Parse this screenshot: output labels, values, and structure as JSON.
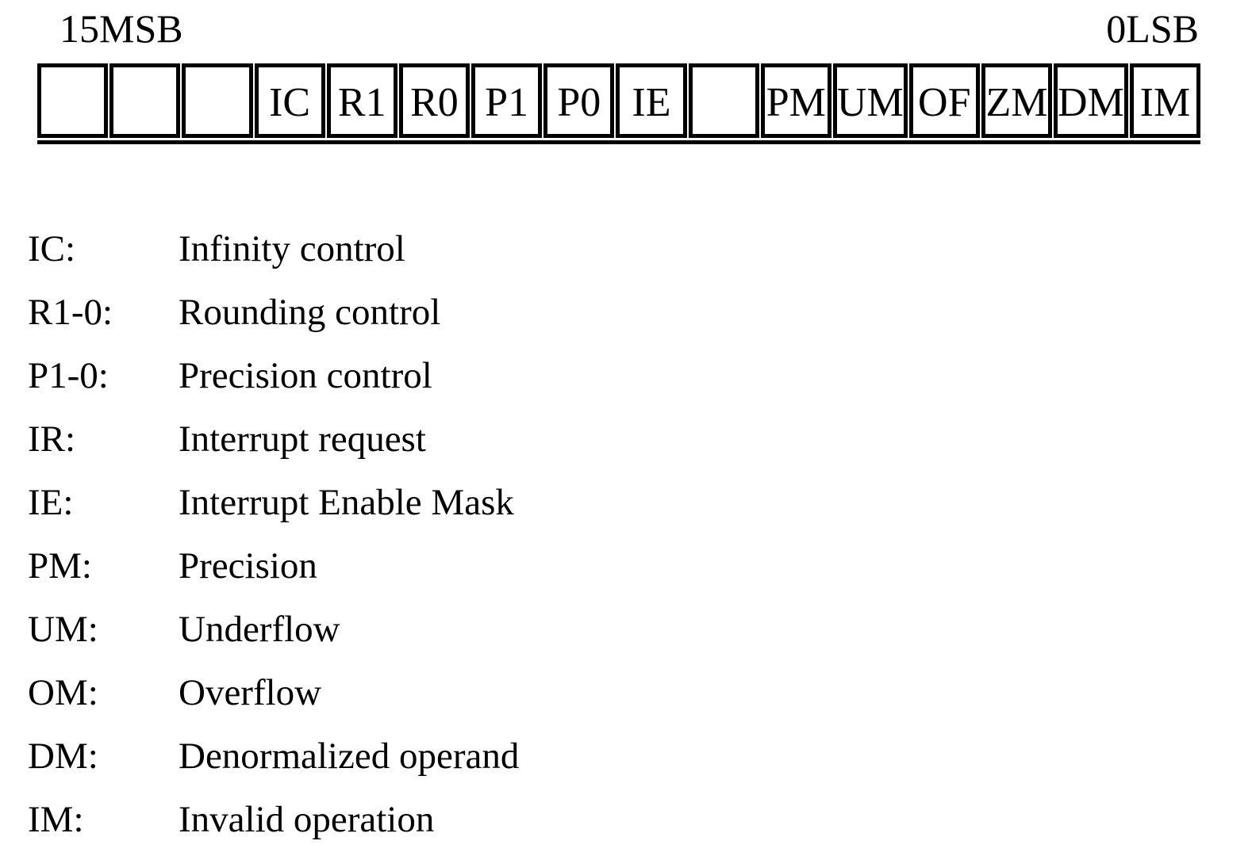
{
  "register": {
    "msb_label": "15MSB",
    "lsb_label": "0LSB",
    "cells": [
      "",
      "",
      "",
      "IC",
      "R1",
      "R0",
      "P1",
      "P0",
      "IE",
      "",
      "PM",
      "UM",
      "OF",
      "ZM",
      "DM",
      "IM"
    ]
  },
  "legend": [
    {
      "term": "IC:",
      "definition": "Infinity control"
    },
    {
      "term": "R1-0:",
      "definition": "Rounding control"
    },
    {
      "term": "P1-0:",
      "definition": "Precision control"
    },
    {
      "term": "IR:",
      "definition": "Interrupt request"
    },
    {
      "term": "IE:",
      "definition": "Interrupt Enable Mask"
    },
    {
      "term": "PM:",
      "definition": "Precision"
    },
    {
      "term": "UM:",
      "definition": "Underflow"
    },
    {
      "term": "OM:",
      "definition": "Overflow"
    },
    {
      "term": "DM:",
      "definition": "Denormalized operand"
    },
    {
      "term": "IM:",
      "definition": "Invalid operation"
    }
  ]
}
